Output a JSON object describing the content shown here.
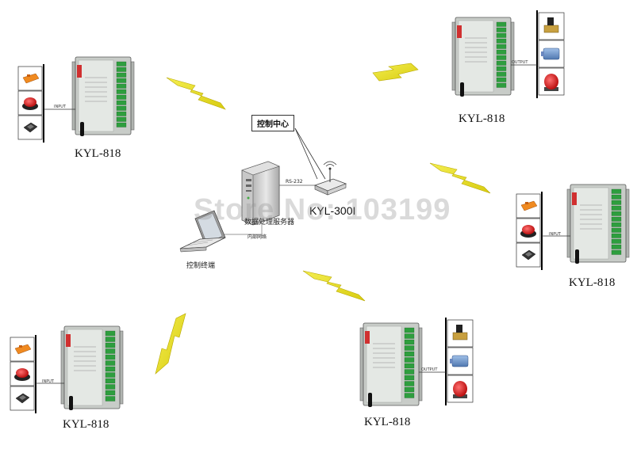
{
  "center": {
    "callout_label": "控制中心",
    "server_label": "数据处理服务器",
    "terminal_label": "控制终端",
    "router_model": "KYL-300I",
    "link_rs232": "RS-232",
    "link_lan": "内部网络"
  },
  "watermark": "Store No: 103199",
  "modules": [
    {
      "label": "KYL-818",
      "port": "INPUT"
    },
    {
      "label": "KYL-818",
      "port": "OUTPUT"
    },
    {
      "label": "KYL-818",
      "port": "INPUT"
    },
    {
      "label": "KYL-818",
      "port": "INPUT"
    },
    {
      "label": "KYL-818",
      "port": "OUTPUT"
    }
  ],
  "input_devices": [
    "switch-icon",
    "push-button-icon",
    "rocker-switch-icon"
  ],
  "output_devices": [
    "solenoid-valve-icon",
    "motor-icon",
    "alarm-light-icon"
  ],
  "colors": {
    "lightning": "#e8e020",
    "module_body": "#c8ccc8",
    "terminal_green": "#2e9e3e",
    "alarm_red": "#d01818"
  }
}
